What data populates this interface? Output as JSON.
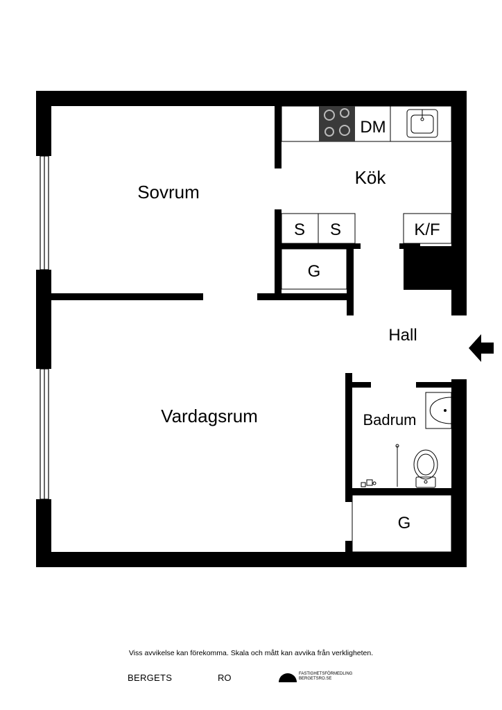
{
  "rooms": {
    "sovrum": "Sovrum",
    "kok": "Kök",
    "dm": "DM",
    "s1": "S",
    "s2": "S",
    "kf": "K/F",
    "g_kitchen": "G",
    "hall": "Hall",
    "vardagsrum": "Vardagsrum",
    "badrum": "Badrum",
    "g_bath": "G"
  },
  "footer": {
    "disclaimer": "Viss avvikelse kan förekomma. Skala och mått kan avvika från verkligheten.",
    "brand_left": "BERGETS",
    "brand_mid": "RO",
    "brand_small_1": "FASTIGHETSFÖRMEDLING",
    "brand_small_2": "BERGETSRO.SE"
  },
  "colors": {
    "wall": "#000000",
    "stove": "#3a3a3a",
    "background": "#ffffff"
  },
  "icons": [
    "entrance-arrow-icon",
    "stove-icon",
    "sink-icon",
    "washbasin-icon",
    "toilet-icon",
    "shower-icon",
    "brand-logo-icon"
  ]
}
